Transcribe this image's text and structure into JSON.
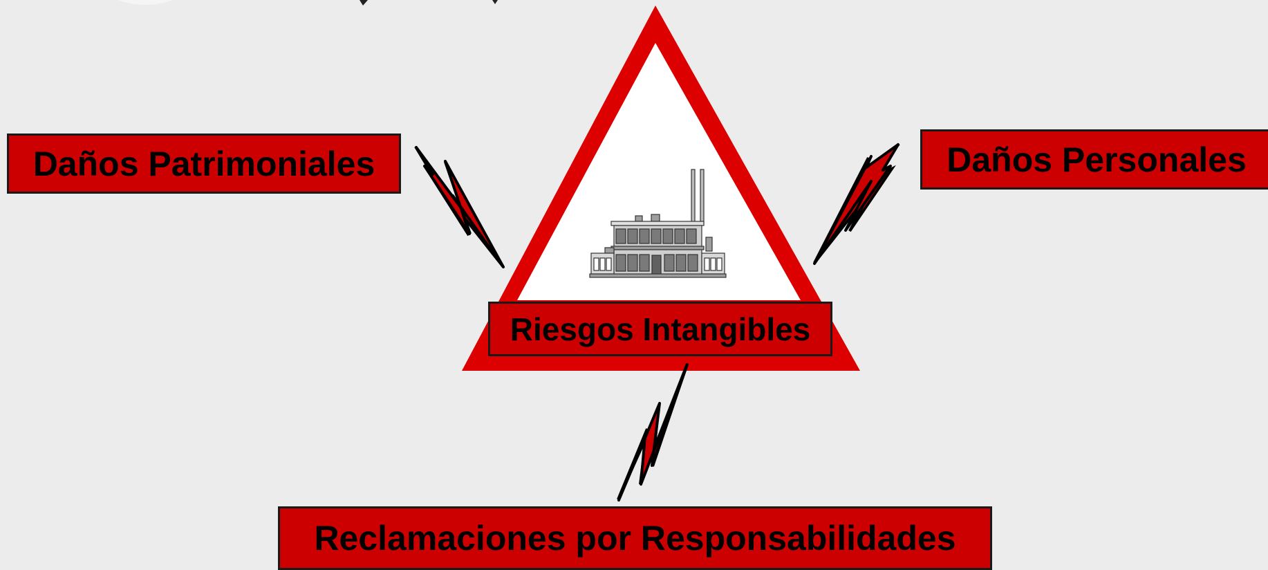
{
  "diagram": {
    "center_label": "Riesgos Intangibles",
    "left_label": "Daños Patrimoniales",
    "right_label": "Daños Personales",
    "bottom_label": "Reclamaciones por Responsabilidades"
  },
  "colors": {
    "background": "#ececec",
    "accent_red": "#cc0000",
    "triangle_red": "#dd0000",
    "border": "#1a1a1a"
  },
  "icons": {
    "center": "factory-icon",
    "connectors": "lightning-bolt-icon"
  }
}
